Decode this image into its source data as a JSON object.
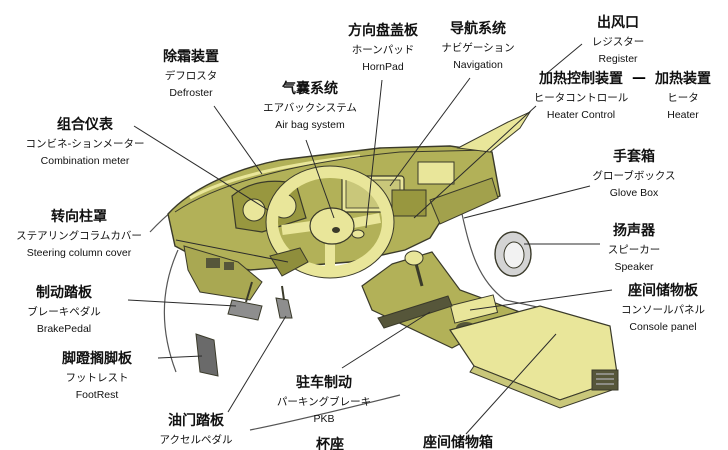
{
  "colors": {
    "body": "#b2b158",
    "light": "#e9e69a",
    "dark": "#56563a",
    "line": "#2b2b2b"
  },
  "separator": "—",
  "labels": {
    "defroster": {
      "zh": "除霜装置",
      "ja": "デフロスタ",
      "en": "Defroster"
    },
    "airbag": {
      "zh": "气囊系统",
      "ja": "エアバックシステム",
      "en": "Air bag system"
    },
    "hornpad": {
      "zh": "方向盘盖板",
      "ja": "ホーンパッド",
      "en": "HornPad"
    },
    "navigation": {
      "zh": "导航系统",
      "ja": "ナビゲーション",
      "en": "Navigation"
    },
    "register": {
      "zh": "出风口",
      "ja": "レジスター",
      "en": "Register"
    },
    "heater_ctrl": {
      "zh": "加热控制装置",
      "ja": "ヒータコントロール",
      "en": "Heater Control"
    },
    "heater": {
      "zh": "加热装置",
      "ja": "ヒータ",
      "en": "Heater"
    },
    "meter": {
      "zh": "组合仪表",
      "ja": "コンビネ-ションメーター",
      "en": "Combination meter"
    },
    "glovebox": {
      "zh": "手套箱",
      "ja": "グローブボックス",
      "en": "Glove Box"
    },
    "column": {
      "zh": "转向柱罩",
      "ja": "ステアリングコラムカバー",
      "en": "Steering column cover"
    },
    "speaker": {
      "zh": "扬声器",
      "ja": "スピーカー",
      "en": "Speaker"
    },
    "brake": {
      "zh": "制动踏板",
      "ja": "ブレーキペダル",
      "en": "BrakePedal"
    },
    "console_panel": {
      "zh": "座间储物板",
      "ja": "コンソールパネル",
      "en": "Console panel"
    },
    "footrest": {
      "zh": "脚蹬搁脚板",
      "ja": "フットレスト",
      "en": "FootRest"
    },
    "pkb": {
      "zh": "驻车制动",
      "ja": "パーキングブレーキ",
      "en": "PKB"
    },
    "accelerator": {
      "zh": "油门踏板",
      "ja": "アクセルペダル",
      "en": ""
    },
    "cupholder": {
      "zh": "杯座",
      "ja": "",
      "en": ""
    },
    "console_box": {
      "zh": "座间储物箱",
      "ja": "",
      "en": ""
    }
  }
}
